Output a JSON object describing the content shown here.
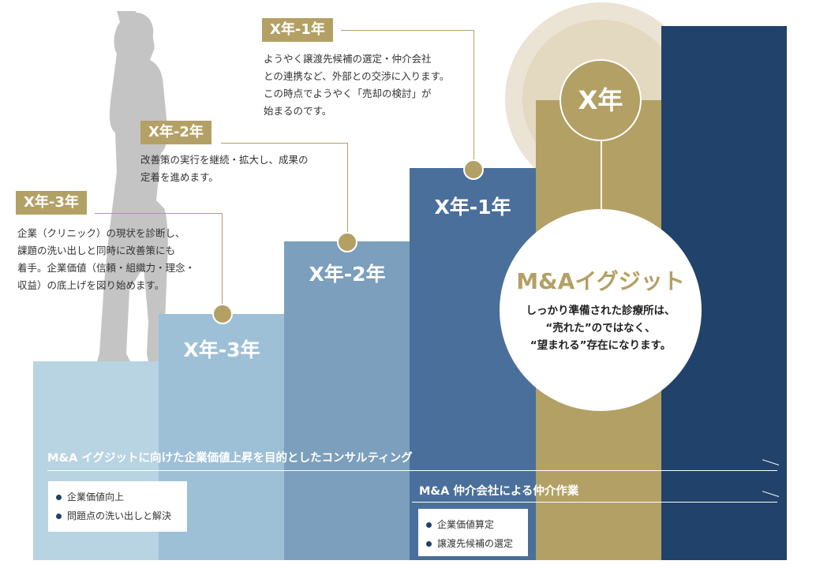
{
  "steps": [
    {
      "label": "",
      "color": "#b8d4e2"
    },
    {
      "label": "X年-3年",
      "color": "#9dc0d7"
    },
    {
      "label": "X年-2年",
      "color": "#7b9fbc"
    },
    {
      "label": "X年-1年",
      "color": "#4a6f9a"
    },
    {
      "label": "",
      "color": "#b3a065"
    },
    {
      "label": "",
      "color": "#21426a"
    }
  ],
  "callouts": [
    {
      "tag": "X年-3年",
      "lines": [
        "企業（クリニック）の現状を診断し、",
        "課題の洗い出しと同時に改善策にも",
        "着手。企業価値（信頼・組織力・理念・",
        "収益）の底上げを図り始めます。"
      ]
    },
    {
      "tag": "X年-2年",
      "lines": [
        "改善策の実行を継続・拡大し、成果の",
        "定着を進めます。"
      ]
    },
    {
      "tag": "X年-1年",
      "lines": [
        "ようやく譲渡先候補の選定・仲介会社",
        "との連携など、外部との交渉に入ります。",
        "この時点でようやく「売却の検討」が",
        "始まるのです。"
      ]
    }
  ],
  "goal": {
    "year": "X年",
    "title": "M&Aイグジット",
    "lines": [
      "しっかり準備された診療所は、",
      "“売れた”のではなく、",
      "“望まれる”存在になります。"
    ]
  },
  "phases": [
    {
      "title": "M&A イグジットに向けた企業価値上昇を目的としたコンサルティング",
      "items": [
        "企業価値向上",
        "問題点の洗い出しと解決"
      ]
    },
    {
      "title": "M&A 仲介会社による仲介作業",
      "items": [
        "企業価値算定",
        "譲渡先候補の選定"
      ]
    }
  ]
}
